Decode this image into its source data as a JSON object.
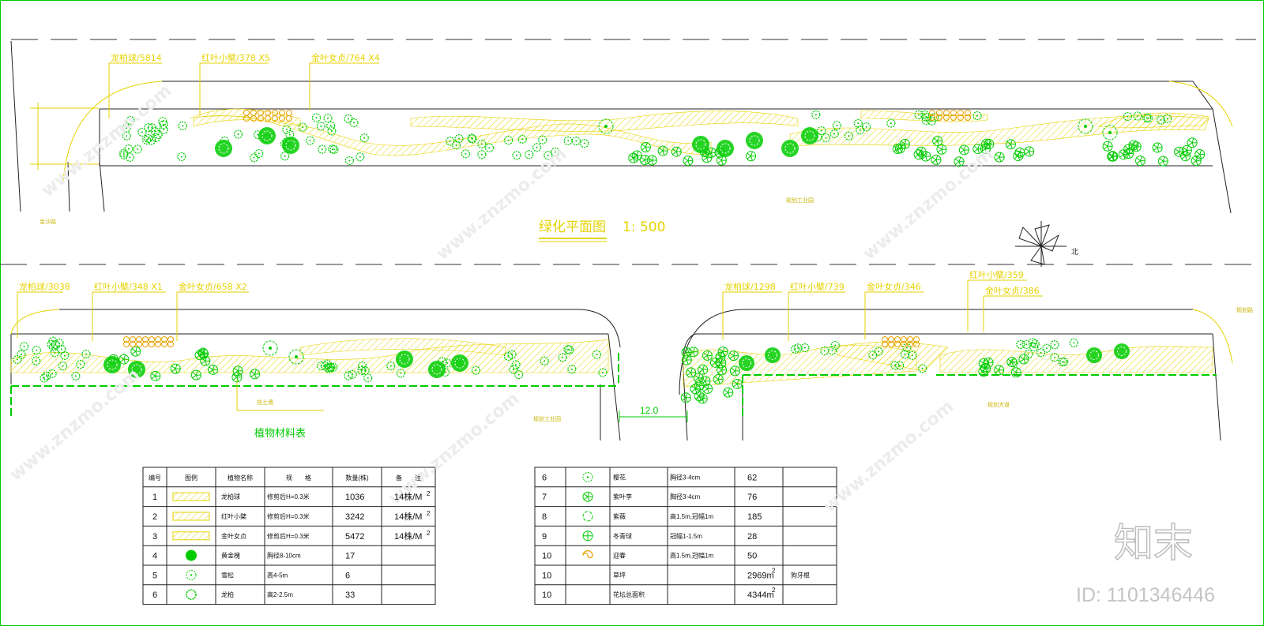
{
  "title": "绿化平面图",
  "scale": "1: 500",
  "plant_table_title": "植物材料表",
  "dimension": "12.0",
  "north_label": "北",
  "labels_top": [
    "龙柏球/5814",
    "红叶小檗/378 X5",
    "金叶女贞/764 X4"
  ],
  "labels_bl": [
    "龙柏球/3038",
    "红叶小檗/348 X1",
    "金叶女贞/658 X2"
  ],
  "labels_br": [
    "龙柏球/1298",
    "红叶小檗/739",
    "金叶女贞/346",
    "红叶小檗/359",
    "金叶女贞/386"
  ],
  "small_notes": [
    "金沙路",
    "规划工业园",
    "规划路",
    "挡土墙",
    "规划工业园",
    "规划大道"
  ],
  "watermark": "www.znzmo.com",
  "brand": "知末",
  "brand_id": "ID: 1101346446",
  "table_left": {
    "headers": [
      "编号",
      "图例",
      "植物名称",
      "规　　格",
      "数量(株)",
      "备　　注"
    ],
    "rows": [
      {
        "no": "1",
        "name": "龙柏球",
        "spec": "修剪后H=0.3米",
        "qty": "1036",
        "note": "14株/M",
        "sup": "2",
        "legend": "hatch"
      },
      {
        "no": "2",
        "name": "红叶小檗",
        "spec": "修剪后H=0.3米",
        "qty": "3242",
        "note": "14株/M",
        "sup": "2",
        "legend": "hatch"
      },
      {
        "no": "3",
        "name": "金叶女贞",
        "spec": "修剪后H=0.3米",
        "qty": "5472",
        "note": "14株/M",
        "sup": "2",
        "legend": "hatch"
      },
      {
        "no": "4",
        "name": "黄金槐",
        "spec": "胸径8-10cm",
        "qty": "17",
        "note": "",
        "sup": "",
        "legend": "bush"
      },
      {
        "no": "5",
        "name": "雪松",
        "spec": "高4-5m",
        "qty": "6",
        "note": "",
        "sup": "",
        "legend": "dotcircle"
      },
      {
        "no": "6",
        "name": "龙柏",
        "spec": "高2-2.5m",
        "qty": "33",
        "note": "",
        "sup": "",
        "legend": "gear"
      }
    ]
  },
  "table_right": {
    "rows": [
      {
        "no": "6",
        "name": "樱花",
        "spec": "胸径3-4cm",
        "qty": "62",
        "note": "",
        "sup": "",
        "legend": "dotcircle"
      },
      {
        "no": "7",
        "name": "紫叶李",
        "spec": "胸径3-4cm",
        "qty": "76",
        "note": "",
        "sup": "",
        "legend": "star"
      },
      {
        "no": "8",
        "name": "紫薇",
        "spec": "高1.5m,冠幅1m",
        "qty": "185",
        "note": "",
        "sup": "",
        "legend": "clover"
      },
      {
        "no": "9",
        "name": "冬青球",
        "spec": "冠幅1-1.5m",
        "qty": "28",
        "note": "",
        "sup": "",
        "legend": "cross"
      },
      {
        "no": "10",
        "name": "迎春",
        "spec": "高1.5m,冠幅1m",
        "qty": "50",
        "note": "",
        "sup": "",
        "legend": "swirl"
      },
      {
        "no": "10",
        "name": "草坪",
        "spec": "",
        "qty": "2969m",
        "note": "狗牙根",
        "sup": "2",
        "legend": ""
      },
      {
        "no": "10",
        "name": "花坛总面积",
        "spec": "",
        "qty": "4344m",
        "note": "",
        "sup": "2",
        "legend": ""
      }
    ]
  },
  "colors": {
    "green": "#00cc00",
    "yellow": "#e6d200",
    "orange": "#e6a000",
    "line": "#222222"
  }
}
